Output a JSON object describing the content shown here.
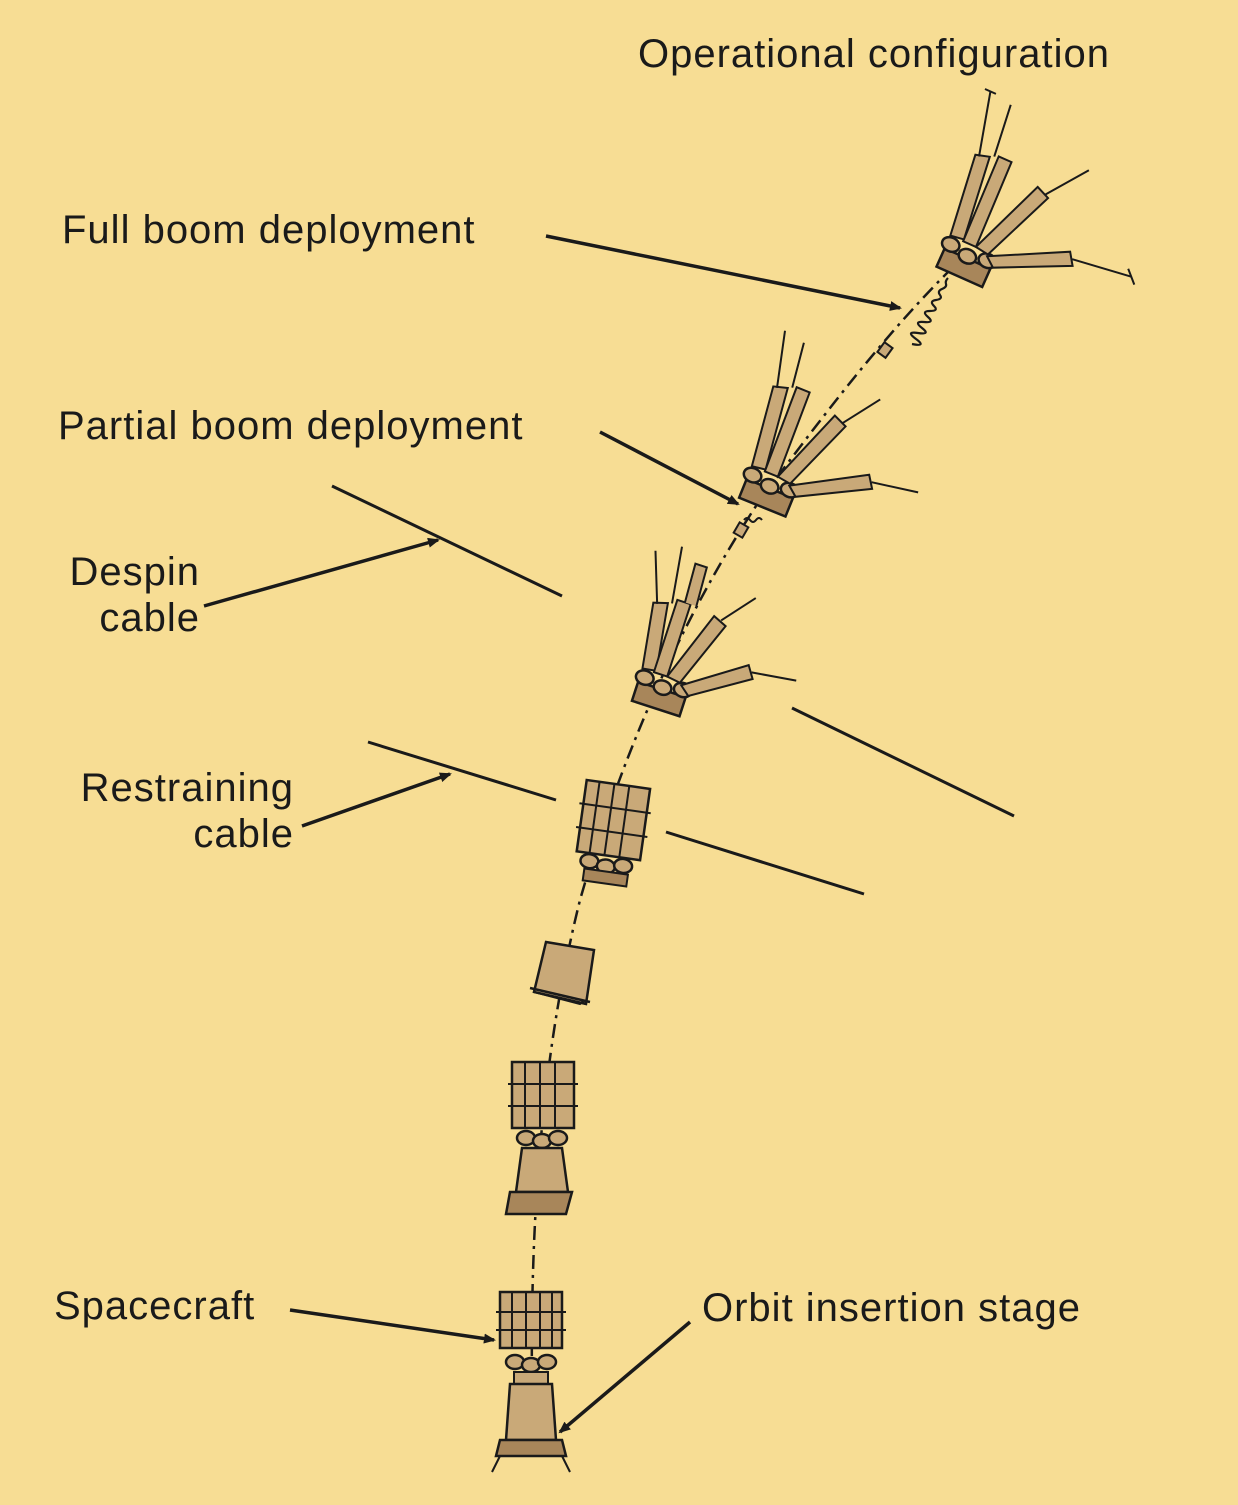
{
  "labels": {
    "operational": "Operational configuration",
    "full_boom": "Full boom deployment",
    "partial_boom": "Partial boom deployment",
    "despin_line1": "Despin",
    "despin_line2": "cable",
    "restraining_line1": "Restraining",
    "restraining_line2": "cable",
    "spacecraft": "Spacecraft",
    "orbit_insertion": "Orbit insertion stage"
  },
  "colors": {
    "background": "#f7dd94",
    "hardware_fill": "#c9a978",
    "hardware_dark": "#a8865a",
    "ink": "#1a1a1a"
  }
}
